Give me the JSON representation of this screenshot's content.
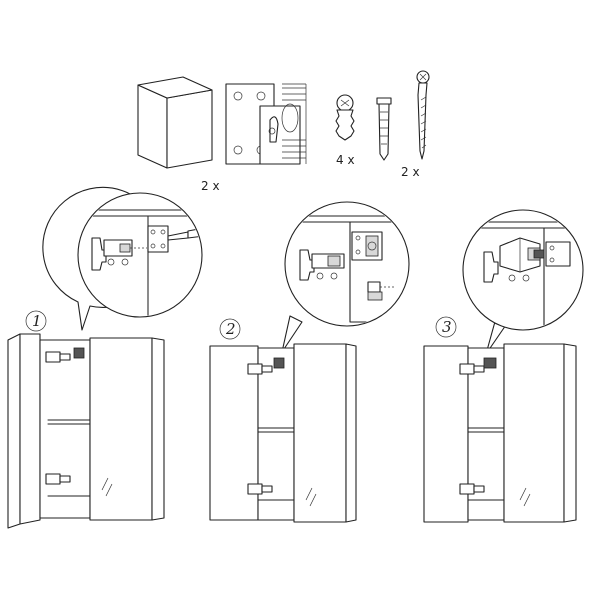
{
  "parts": {
    "bracket_qty": "2 x",
    "dowel_qty": "4 x",
    "screw_qty": "2 x"
  },
  "steps": [
    "1",
    "2",
    "3"
  ]
}
